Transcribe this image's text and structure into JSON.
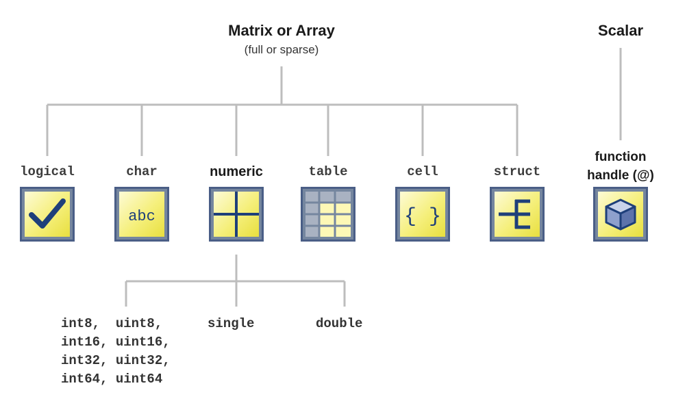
{
  "matrix": {
    "title": "Matrix or Array",
    "subtitle": "(full or sparse)"
  },
  "scalar": {
    "title": "Scalar",
    "function_handle_line1": "function",
    "function_handle_line2": "handle (@)"
  },
  "types": [
    {
      "label": "logical",
      "icon": "check-icon"
    },
    {
      "label": "char",
      "icon": "abc-icon",
      "icon_text": "abc"
    },
    {
      "label": "numeric",
      "icon": "grid-icon"
    },
    {
      "label": "table",
      "icon": "table-icon"
    },
    {
      "label": "cell",
      "icon": "braces-icon",
      "icon_text": "{ }"
    },
    {
      "label": "struct",
      "icon": "struct-icon"
    }
  ],
  "numeric_subtypes": {
    "integers": [
      "int8,  uint8,",
      "int16, uint16,",
      "int32, uint32,",
      "int64, uint64"
    ],
    "single": "single",
    "double": "double"
  },
  "colors": {
    "line": "#bdbdbd",
    "icon_border": "#4a5e86",
    "icon_fill": "#f5ef7a",
    "icon_glyph": "#1e3f7a"
  }
}
